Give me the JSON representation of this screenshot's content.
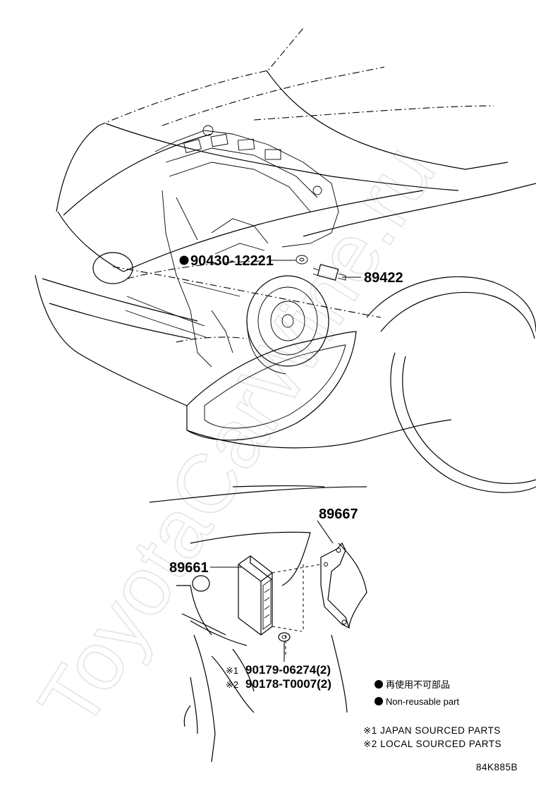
{
  "watermark": "ToyotaCarWine.ru",
  "callouts": {
    "bolt_90430": "90430-12221",
    "sensor_89422": "89422",
    "bracket_89667": "89667",
    "ecu_89661": "89661",
    "nut_japan_prefix": "※1",
    "nut_japan": "90179-06274(2)",
    "nut_local_prefix": "※2",
    "nut_local": "90178-T0007(2)"
  },
  "legend": {
    "item_jp": "再使用不可部品",
    "item_en": "Non-reusable part"
  },
  "notes": {
    "note1": "※1  JAPAN SOURCED PARTS",
    "note2": "※2  LOCAL SOURCED PARTS"
  },
  "diagram_code": "84K885B"
}
